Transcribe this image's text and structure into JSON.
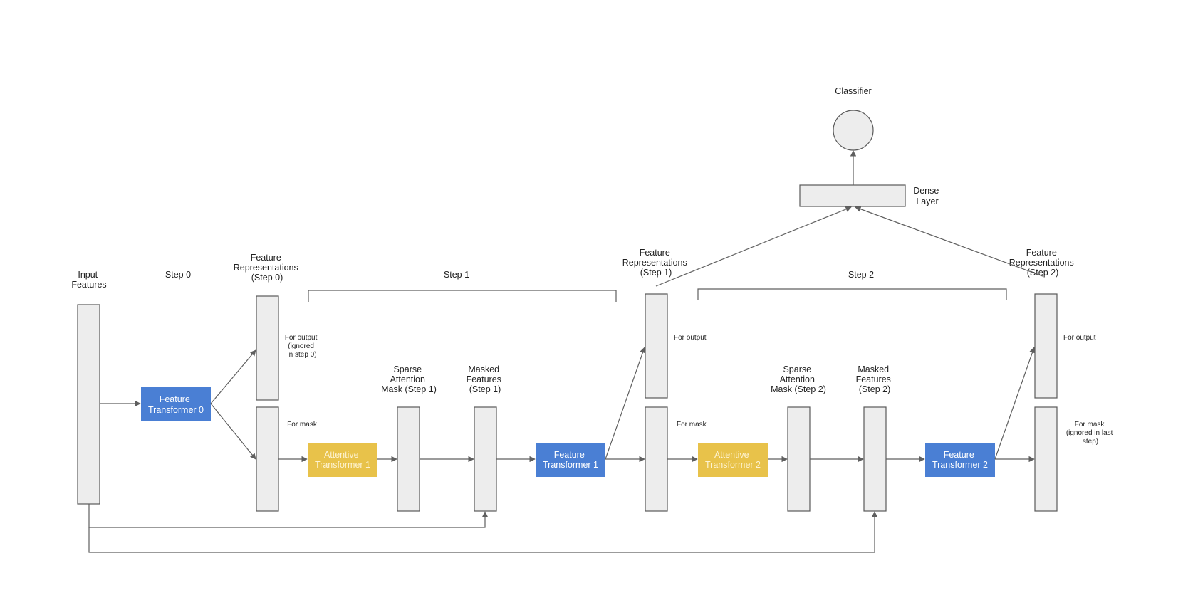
{
  "colors": {
    "feature_transformer": "#4a7fd4",
    "attentive_transformer": "#e8c24a",
    "block_text_light": "#ffffff",
    "attentive_text": "#fdf3d2",
    "bar_fill": "#ededed",
    "stroke": "#595959"
  },
  "labels": {
    "classifier": "Classifier",
    "dense": [
      "Dense",
      "Layer"
    ],
    "input": [
      "Input",
      "Features"
    ],
    "step0": "Step 0",
    "step1": "Step 1",
    "step2": "Step 2",
    "fr0": [
      "Feature",
      "Representations",
      "(Step 0)"
    ],
    "fr1": [
      "Feature",
      "Representations",
      "(Step 1)"
    ],
    "fr2": [
      "Feature",
      "Representations",
      "(Step 2)"
    ],
    "sam1": [
      "Sparse",
      "Attention",
      "Mask (Step 1)"
    ],
    "mf1": [
      "Masked",
      "Features",
      "(Step 1)"
    ],
    "sam2": [
      "Sparse",
      "Attention",
      "Mask (Step 2)"
    ],
    "mf2": [
      "Masked",
      "Features",
      "(Step 2)"
    ],
    "out0": [
      "For output",
      "(ignored",
      "in step 0)"
    ],
    "mask0": "For mask",
    "out1": "For output",
    "mask1": "For mask",
    "out2": "For output",
    "mask2": [
      "For mask",
      "(ignored in last",
      "step)"
    ]
  },
  "blocks": {
    "ft0": [
      "Feature",
      "Transformer 0"
    ],
    "at1": [
      "Attentive",
      "Transformer 1"
    ],
    "ft1": [
      "Feature",
      "Transformer 1"
    ],
    "at2": [
      "Attentive",
      "Transformer 2"
    ],
    "ft2": [
      "Feature",
      "Transformer 2"
    ]
  }
}
